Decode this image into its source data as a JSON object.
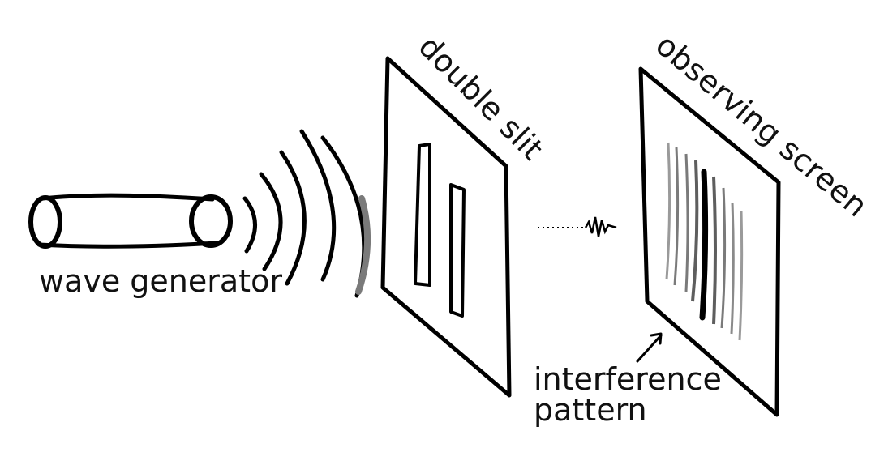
{
  "labels": {
    "wave_generator": "wave generator",
    "double_slit": "double slit",
    "observing_screen": "observing screen",
    "interference": "interference",
    "pattern": "pattern"
  },
  "colors": {
    "ink": "#000000",
    "band_grey": "#7a7a7a",
    "background": "#ffffff"
  }
}
